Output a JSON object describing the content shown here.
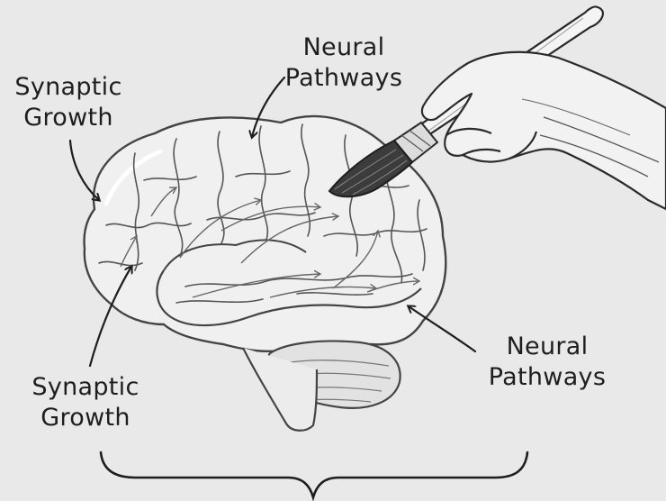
{
  "labels": {
    "top_left": {
      "line1": "Synaptic",
      "line2": "Growth"
    },
    "top_center": {
      "line1": "Neural",
      "line2": "Pathways"
    },
    "bottom_left": {
      "line1": "Synaptic",
      "line2": "Growth"
    },
    "bottom_right": {
      "line1": "Neural",
      "line2": "Pathways"
    }
  },
  "colors": {
    "background": "#e9e9e9",
    "ink": "#1e1e1e",
    "pencil": "#555555",
    "brain_fill": "#f0f0f0"
  },
  "icons": {
    "brain": "brain-illustration",
    "brush": "paintbrush-icon",
    "hand": "hand-icon"
  }
}
